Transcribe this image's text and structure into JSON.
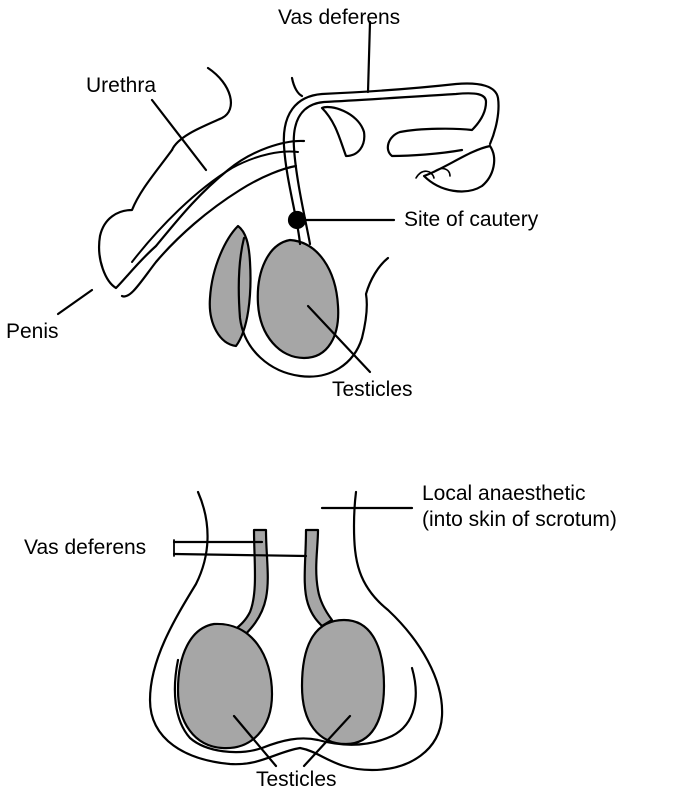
{
  "top_diagram": {
    "labels": {
      "vas_deferens": "Vas deferens",
      "urethra": "Urethra",
      "site_of_cautery": "Site of cautery",
      "penis": "Penis",
      "testicles": "Testicles"
    }
  },
  "bottom_diagram": {
    "labels": {
      "local_anaesthetic_line1": "Local anaesthetic",
      "local_anaesthetic_line2": "(into skin of scrotum)",
      "vas_deferens": "Vas deferens",
      "testicles": "Testicles"
    }
  },
  "colors": {
    "outline": "#000000",
    "tissue_fill": "#a6a6a6",
    "background": "#ffffff"
  }
}
